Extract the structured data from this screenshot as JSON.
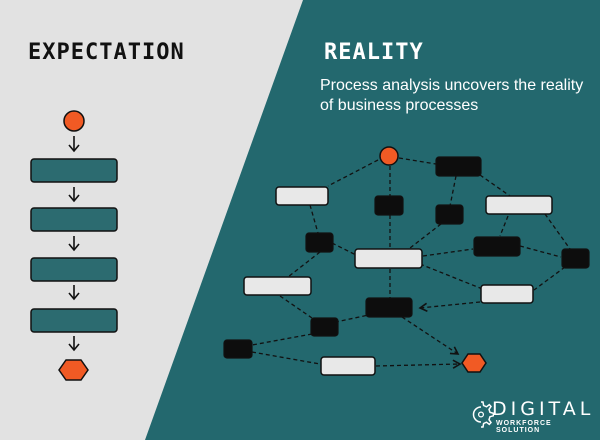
{
  "colors": {
    "left_bg": "#e2e2e2",
    "right_bg": "#23686e",
    "box_teal": "#2c6b70",
    "accent_orange": "#f15a24",
    "box_light": "#e8e8e8",
    "box_dark": "#0d0d0d",
    "line": "#111111",
    "white": "#ffffff"
  },
  "left": {
    "title": "EXPECTATION"
  },
  "right": {
    "title": "REALITY",
    "subtitle": "Process analysis uncovers the reality of business processes"
  },
  "logo": {
    "word": "DIGITAL",
    "subword": "WORKFORCE SOLUTION",
    "icon": "gear-icon"
  }
}
